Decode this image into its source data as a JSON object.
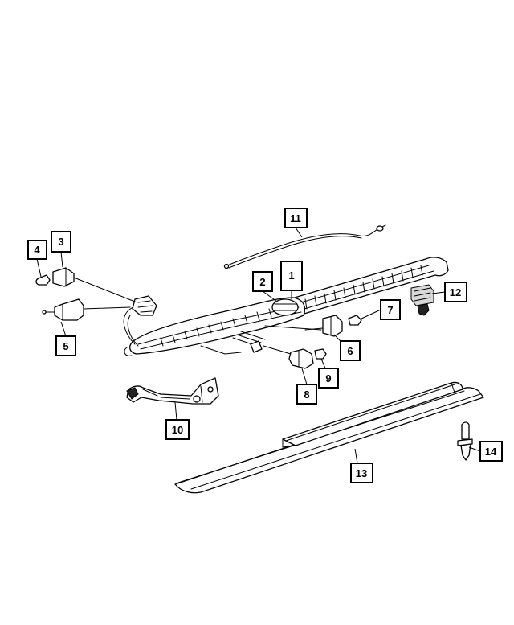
{
  "diagram": {
    "callouts": {
      "c1": "1",
      "c2": "2",
      "c3": "3",
      "c4": "4",
      "c5": "5",
      "c6": "6",
      "c7": "7",
      "c8": "8",
      "c9": "9",
      "c10": "10",
      "c11": "11",
      "c12": "12",
      "c13": "13",
      "c14": "14"
    },
    "colors": {
      "line": "#000000",
      "background": "#ffffff",
      "fill_dark": "#222222",
      "fill_grey": "#d8d8d8"
    }
  }
}
